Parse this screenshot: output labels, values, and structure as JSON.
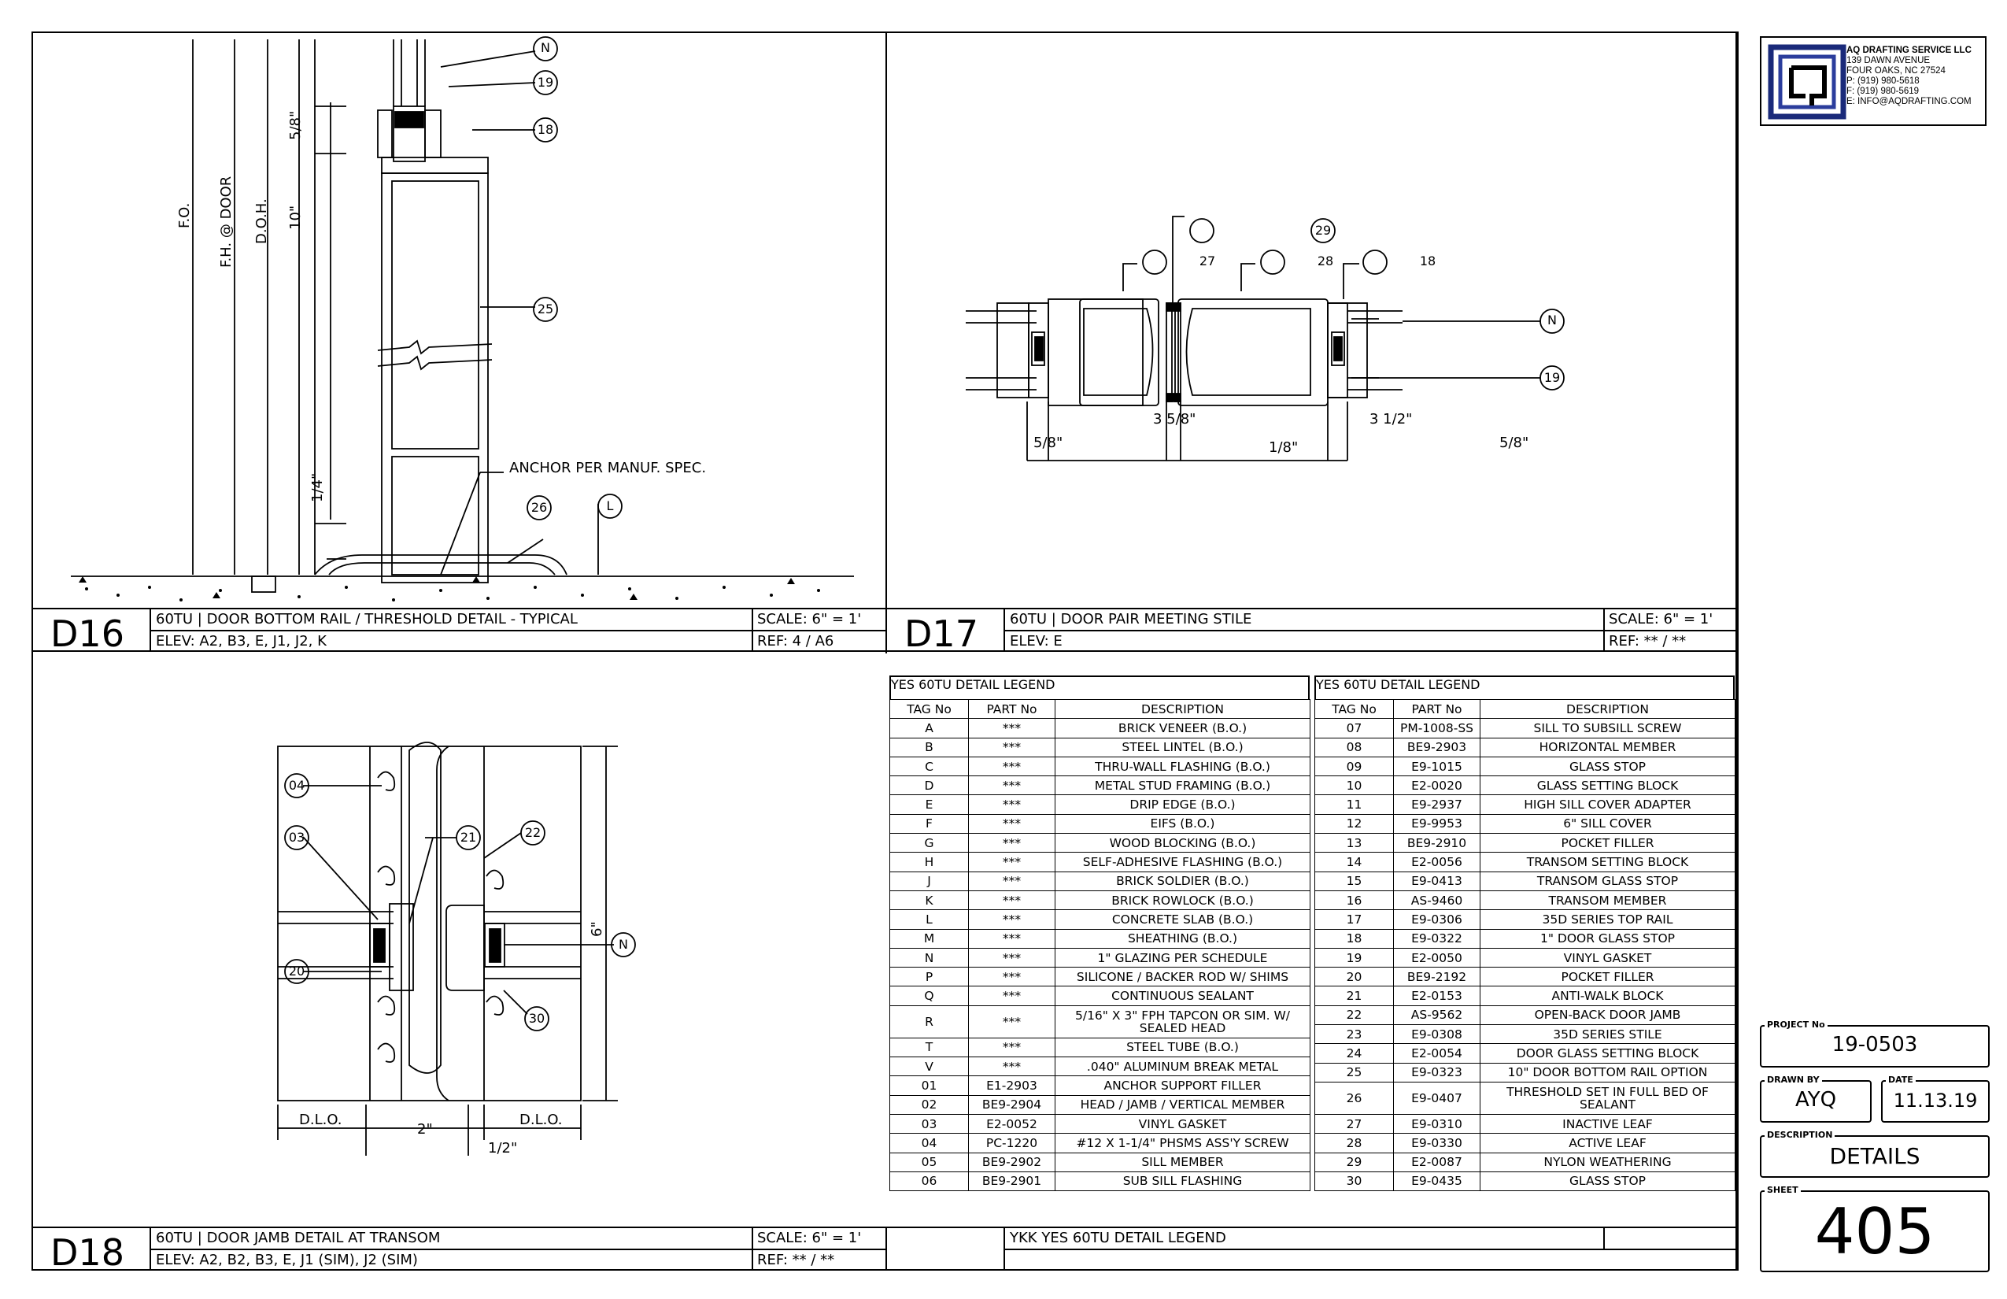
{
  "company": {
    "name": "AQ DRAFTING SERVICE LLC",
    "address1": "139 DAWN AVENUE",
    "address2": "FOUR OAKS, NC  27524",
    "phone": "P: (919) 980-5618",
    "fax": "F: (919) 980-5619",
    "email": "E: INFO@AQDRAFTING.COM"
  },
  "details": {
    "d16": {
      "id": "D16",
      "title": "60TU  |  DOOR BOTTOM RAIL / THRESHOLD DETAIL - TYPICAL",
      "elev": "ELEV: A2, B3, E, J1, J2, K",
      "scale": "SCALE: 6\" = 1'",
      "ref": "REF: 4 / A6",
      "dims": {
        "fo": "F.O.",
        "fh": "F.H. @ DOOR",
        "doh": "D.O.H.",
        "d1": "5/8\"",
        "d2": "10\"",
        "d3": "1/4\""
      },
      "note": "ANCHOR PER MANUF. SPEC.",
      "tags": [
        "N",
        "19",
        "18",
        "25",
        "26",
        "L"
      ]
    },
    "d17": {
      "id": "D17",
      "title": "60TU  |  DOOR PAIR MEETING STILE",
      "elev": "ELEV: E",
      "scale": "SCALE: 6\" = 1'",
      "ref": "REF: ** / **",
      "dims": {
        "a": "5/8\"",
        "b": "3 5/8\"",
        "c": "1/8\"",
        "d": "3 1/2\"",
        "e": "5/8\""
      },
      "tags": [
        "29",
        "27",
        "28",
        "18",
        "N",
        "19"
      ]
    },
    "d18": {
      "id": "D18",
      "title": "60TU  |  DOOR JAMB DETAIL AT TRANSOM",
      "elev": "ELEV: A2, B2, B3, E, J1 (SIM), J2 (SIM)",
      "scale": "SCALE: 6\" = 1'",
      "ref": "REF: ** / **",
      "dims": {
        "dlo1": "D.L.O.",
        "w": "2\"",
        "dlo2": "D.L.O.",
        "h": "6\"",
        "gap": "1/2\""
      },
      "tags": [
        "04",
        "03",
        "21",
        "22",
        "N",
        "20",
        "30"
      ]
    }
  },
  "legend": {
    "title": "YES 60TU DETAIL LEGEND",
    "headers": [
      "TAG No",
      "PART No",
      "DESCRIPTION"
    ],
    "left_rows": [
      [
        "A",
        "***",
        "BRICK VENEER (B.O.)"
      ],
      [
        "B",
        "***",
        "STEEL LINTEL (B.O.)"
      ],
      [
        "C",
        "***",
        "THRU-WALL FLASHING (B.O.)"
      ],
      [
        "D",
        "***",
        "METAL STUD FRAMING (B.O.)"
      ],
      [
        "E",
        "***",
        "DRIP EDGE (B.O.)"
      ],
      [
        "F",
        "***",
        "EIFS (B.O.)"
      ],
      [
        "G",
        "***",
        "WOOD BLOCKING (B.O.)"
      ],
      [
        "H",
        "***",
        "SELF-ADHESIVE FLASHING (B.O.)"
      ],
      [
        "J",
        "***",
        "BRICK SOLDIER (B.O.)"
      ],
      [
        "K",
        "***",
        "BRICK ROWLOCK (B.O.)"
      ],
      [
        "L",
        "***",
        "CONCRETE SLAB (B.O.)"
      ],
      [
        "M",
        "***",
        "SHEATHING (B.O.)"
      ],
      [
        "N",
        "***",
        "1\" GLAZING PER SCHEDULE"
      ],
      [
        "P",
        "***",
        "SILICONE / BACKER ROD W/ SHIMS"
      ],
      [
        "Q",
        "***",
        "CONTINUOUS SEALANT"
      ],
      [
        "R",
        "***",
        "5/16\" X 3\" FPH TAPCON OR SIM. W/ SEALED HEAD"
      ],
      [
        "T",
        "***",
        "STEEL TUBE (B.O.)"
      ],
      [
        "V",
        "***",
        ".040\" ALUMINUM BREAK METAL"
      ],
      [
        "01",
        "E1-2903",
        "ANCHOR SUPPORT FILLER"
      ],
      [
        "02",
        "BE9-2904",
        "HEAD / JAMB / VERTICAL MEMBER"
      ],
      [
        "03",
        "E2-0052",
        "VINYL GASKET"
      ],
      [
        "04",
        "PC-1220",
        "#12 X 1-1/4\" PHSMS ASS'Y SCREW"
      ],
      [
        "05",
        "BE9-2902",
        "SILL MEMBER"
      ],
      [
        "06",
        "BE9-2901",
        "SUB SILL FLASHING"
      ]
    ],
    "right_rows": [
      [
        "07",
        "PM-1008-SS",
        "SILL TO SUBSILL SCREW"
      ],
      [
        "08",
        "BE9-2903",
        "HORIZONTAL MEMBER"
      ],
      [
        "09",
        "E9-1015",
        "GLASS STOP"
      ],
      [
        "10",
        "E2-0020",
        "GLASS SETTING BLOCK"
      ],
      [
        "11",
        "E9-2937",
        "HIGH SILL COVER ADAPTER"
      ],
      [
        "12",
        "E9-9953",
        "6\" SILL COVER"
      ],
      [
        "13",
        "BE9-2910",
        "POCKET FILLER"
      ],
      [
        "14",
        "E2-0056",
        "TRANSOM SETTING BLOCK"
      ],
      [
        "15",
        "E9-0413",
        "TRANSOM GLASS STOP"
      ],
      [
        "16",
        "AS-9460",
        "TRANSOM MEMBER"
      ],
      [
        "17",
        "E9-0306",
        "35D SERIES TOP RAIL"
      ],
      [
        "18",
        "E9-0322",
        "1\" DOOR GLASS STOP"
      ],
      [
        "19",
        "E2-0050",
        "VINYL GASKET"
      ],
      [
        "20",
        "BE9-2192",
        "POCKET FILLER"
      ],
      [
        "21",
        "E2-0153",
        "ANTI-WALK BLOCK"
      ],
      [
        "22",
        "AS-9562",
        "OPEN-BACK DOOR JAMB"
      ],
      [
        "23",
        "E9-0308",
        "35D SERIES STILE"
      ],
      [
        "24",
        "E2-0054",
        "DOOR GLASS SETTING BLOCK"
      ],
      [
        "25",
        "E9-0323",
        "10\" DOOR BOTTOM RAIL OPTION"
      ],
      [
        "26",
        "E9-0407",
        "THRESHOLD SET IN FULL BED OF SEALANT"
      ],
      [
        "27",
        "E9-0310",
        "INACTIVE LEAF"
      ],
      [
        "28",
        "E9-0330",
        "ACTIVE LEAF"
      ],
      [
        "29",
        "E2-0087",
        "NYLON WEATHERING"
      ],
      [
        "30",
        "E9-0435",
        "GLASS STOP"
      ]
    ],
    "footer": "YKK YES 60TU DETAIL LEGEND"
  },
  "titleblock": {
    "project_label": "PROJECT No",
    "project": "19-0503",
    "drawn_label": "DRAWN BY",
    "drawn": "AYQ",
    "date_label": "DATE",
    "date": "11.13.19",
    "desc_label": "DESCRIPTION",
    "desc": "DETAILS",
    "sheet_label": "SHEET",
    "sheet": "405"
  }
}
